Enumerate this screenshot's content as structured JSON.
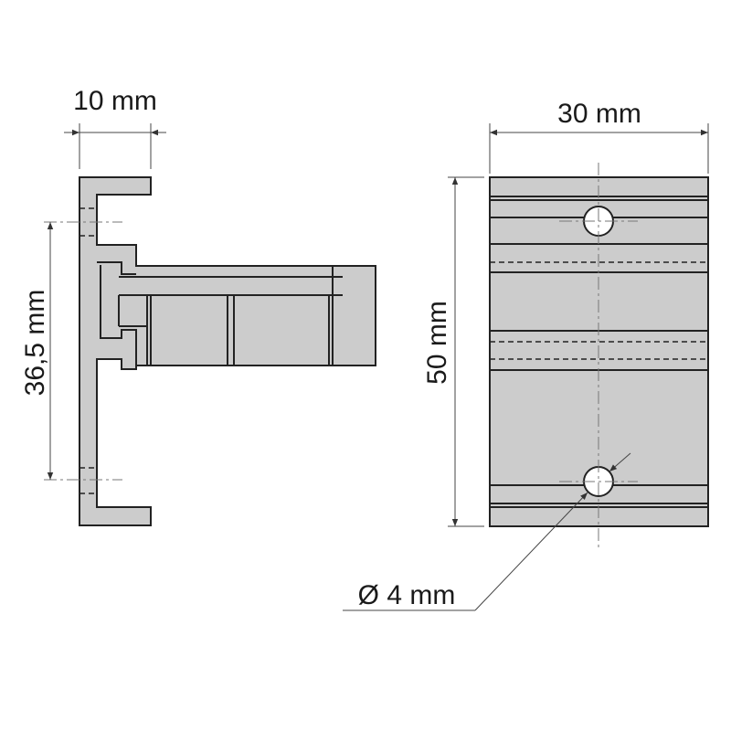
{
  "dimensions": {
    "side_width": "10 mm",
    "side_hole_spacing": "36,5 mm",
    "front_width": "30 mm",
    "front_height": "50 mm",
    "hole_diameter": "Ø 4 mm"
  },
  "colors": {
    "part_fill": "#cccccc",
    "outline": "#222222"
  }
}
